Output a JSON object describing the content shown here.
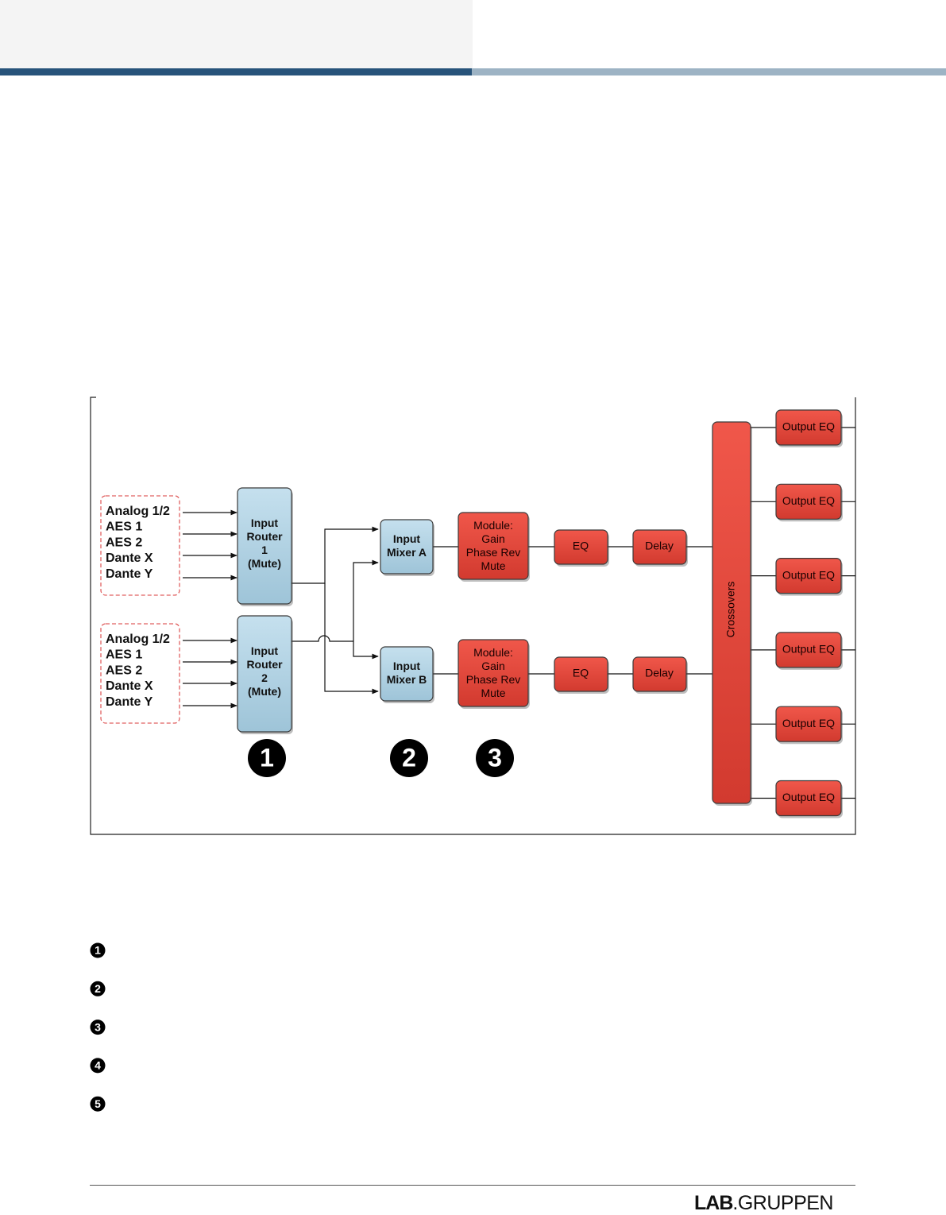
{
  "diagram": {
    "input_groups": [
      {
        "labels": [
          "Analog 1/2",
          "AES 1",
          "AES 2",
          "Dante X",
          "Dante Y"
        ]
      },
      {
        "labels": [
          "Analog 1/2",
          "AES 1",
          "AES 2",
          "Dante X",
          "Dante Y"
        ]
      }
    ],
    "routers": [
      {
        "lines": [
          "Input",
          "Router",
          "1",
          "(Mute)"
        ]
      },
      {
        "lines": [
          "Input",
          "Router",
          "2",
          "(Mute)"
        ]
      }
    ],
    "mixers": [
      {
        "lines": [
          "Input",
          "Mixer A"
        ]
      },
      {
        "lines": [
          "Input",
          "Mixer B"
        ]
      }
    ],
    "modules": [
      {
        "lines": [
          "Module:",
          "Gain",
          "Phase Rev",
          "Mute"
        ]
      },
      {
        "lines": [
          "Module:",
          "Gain",
          "Phase Rev",
          "Mute"
        ]
      }
    ],
    "eq_label": "EQ",
    "delay_label": "Delay",
    "crossovers_label": "Crossovers",
    "output_eq_label": "Output EQ",
    "output_eq_count": 6,
    "step_markers": [
      "1",
      "2",
      "3"
    ],
    "colors": {
      "router_fill": "#b3d3e3",
      "dsp_fill": "#e3463a",
      "input_border": "#e06060",
      "marker_fill": "#000000"
    }
  },
  "legend_markers": [
    "1",
    "2",
    "3",
    "4",
    "5"
  ],
  "footer": {
    "logo_part1": "LAB",
    "logo_part2": ".GRUPPEN"
  }
}
